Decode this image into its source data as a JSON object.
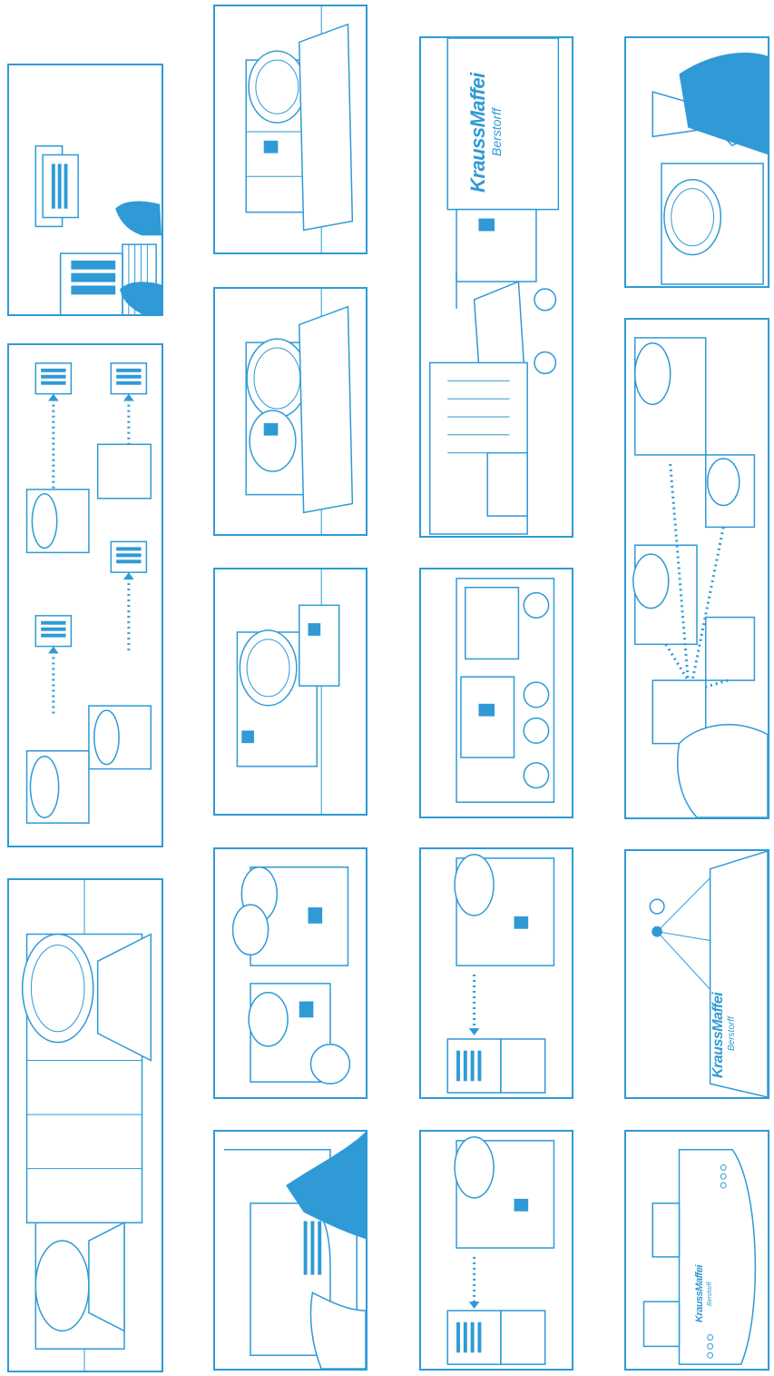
{
  "brand": {
    "name": "KraussMaffei",
    "subtitle": "Berstorff"
  },
  "colors": {
    "accent": "#2f9ad6",
    "background": "#ffffff"
  },
  "panels": [
    {
      "id": "col1-top",
      "depicts": [
        "order-icon",
        "laptop-icon",
        "printer-icon",
        "hand-icon"
      ]
    },
    {
      "id": "col1-middle",
      "depicts": [
        "part-icon",
        "barcode-label-icon",
        "arrow-icon"
      ]
    },
    {
      "id": "col1-bottom",
      "depicts": [
        "extruder-assembly-icon"
      ]
    },
    {
      "id": "col2-1",
      "depicts": [
        "extruder-on-frame-icon"
      ]
    },
    {
      "id": "col2-2",
      "depicts": [
        "extruder-on-frame-icon"
      ]
    },
    {
      "id": "col2-3",
      "depicts": [
        "gearbox-on-frame-icon"
      ]
    },
    {
      "id": "col2-4",
      "depicts": [
        "parts-assembly-icon"
      ]
    },
    {
      "id": "col2-5",
      "depicts": [
        "hand-icon",
        "barcode-label-icon"
      ]
    },
    {
      "id": "col3-1",
      "depicts": [
        "truck-icon",
        "forklift-icon",
        "warehouse-icon"
      ]
    },
    {
      "id": "col3-2",
      "depicts": [
        "low-loader-truck-icon"
      ]
    },
    {
      "id": "col3-3",
      "depicts": [
        "laptop-icon",
        "extruder-icon",
        "barcode-label-icon"
      ]
    },
    {
      "id": "col3-4",
      "depicts": [
        "laptop-icon",
        "extruder-icon",
        "barcode-label-icon"
      ]
    },
    {
      "id": "col4-1",
      "depicts": [
        "wrench-icon",
        "hand-icon",
        "extruder-icon"
      ]
    },
    {
      "id": "col4-2",
      "depicts": [
        "scanner-icon",
        "hand-icon",
        "parts-icon"
      ]
    },
    {
      "id": "col4-3",
      "depicts": [
        "crane-hook-icon",
        "crate-icon"
      ]
    },
    {
      "id": "col4-4",
      "depicts": [
        "ship-icon"
      ]
    }
  ]
}
